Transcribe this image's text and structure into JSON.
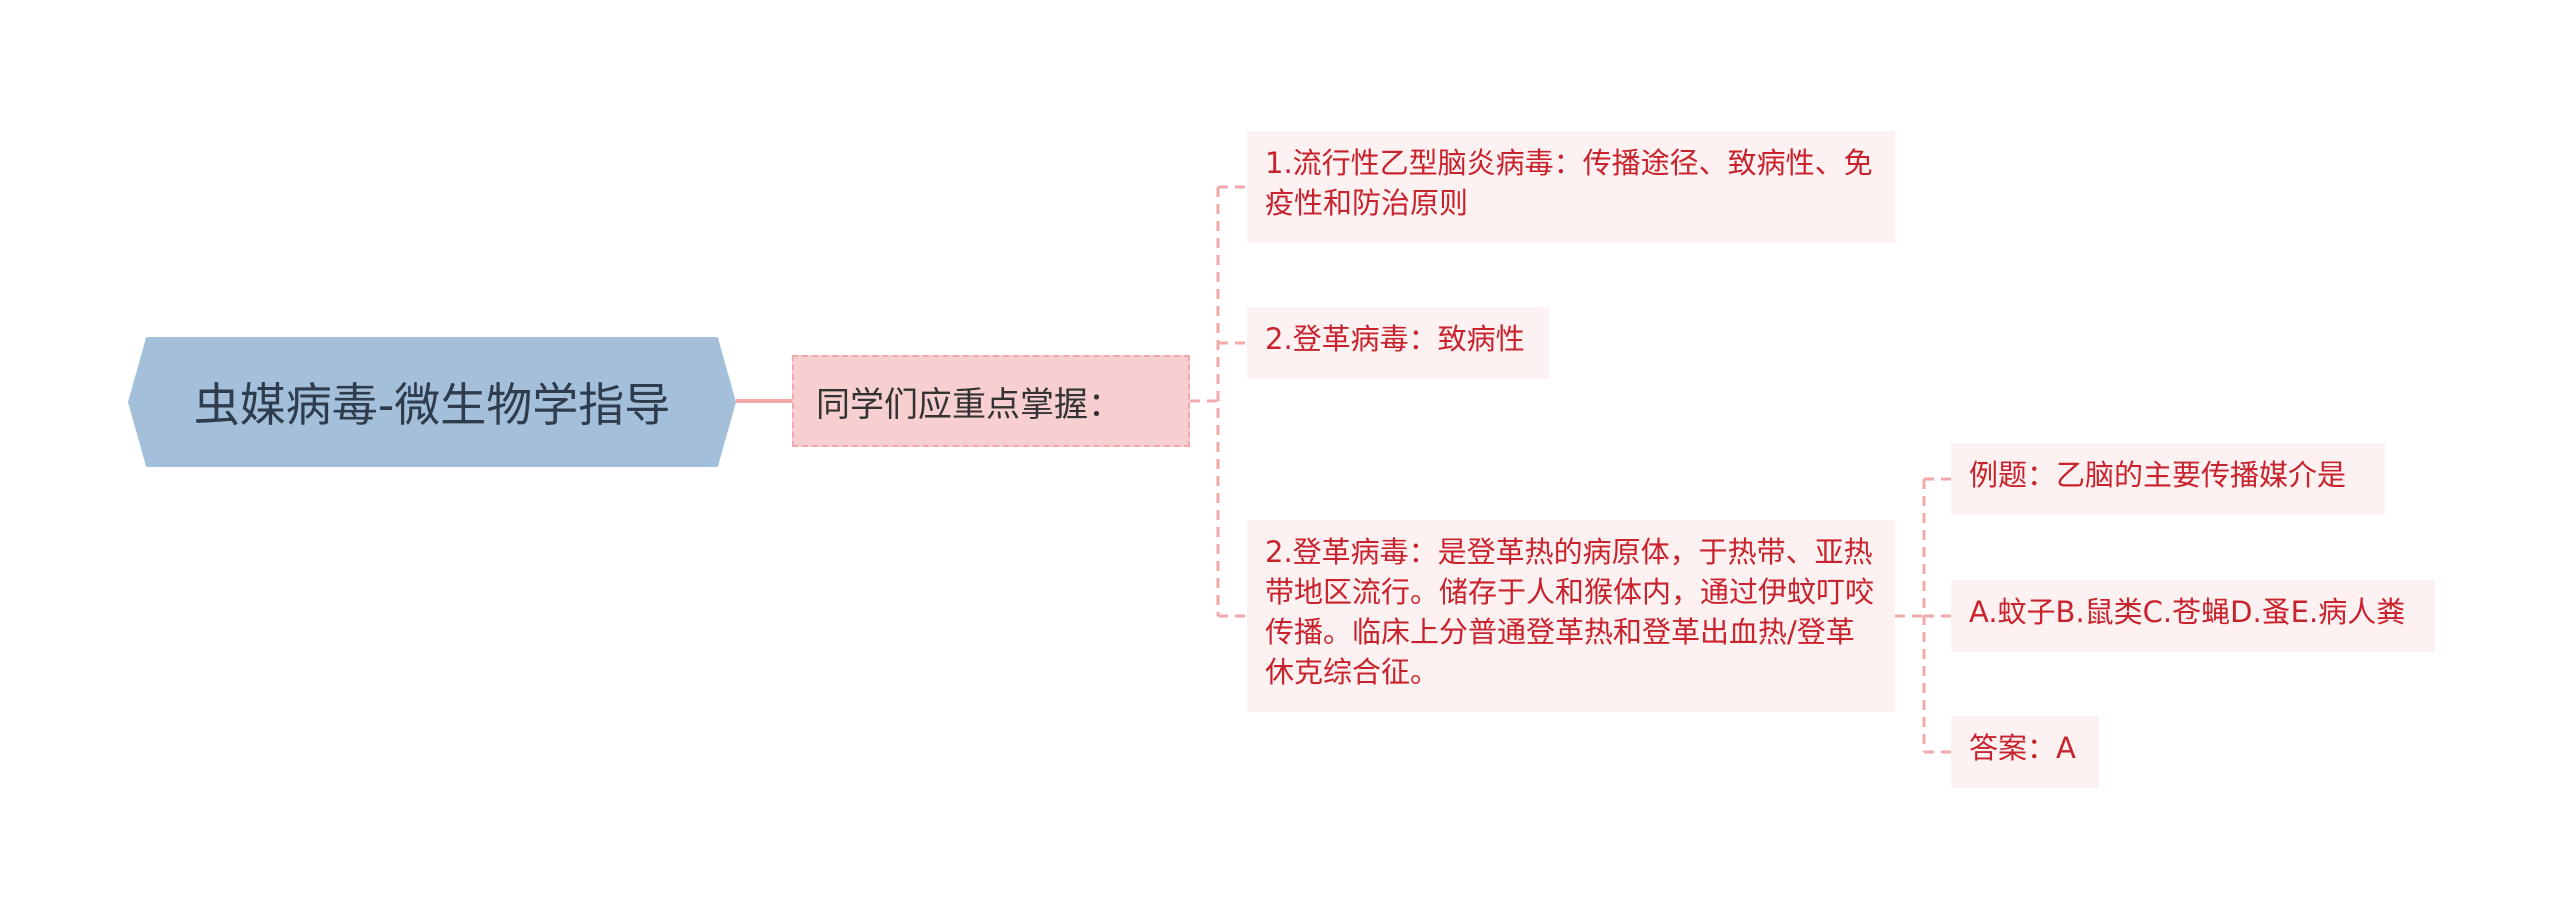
{
  "root": {
    "title": "虫媒病毒-微生物学指导"
  },
  "level1": {
    "label": "同学们应重点掌握："
  },
  "topics": [
    {
      "text": "1.流行性乙型脑炎病毒：传播途径、致病性、免疫性和防治原则"
    },
    {
      "text": "2.登革病毒：致病性"
    },
    {
      "text": "2.登革病毒：是登革热的病原体，于热带、亚热带地区流行。储存于人和猴体内，通过伊蚊叮咬传播。临床上分普通登革热和登革出血热/登革休克综合征。"
    }
  ],
  "subtopics": [
    {
      "text": "例题：乙脑的主要传播媒介是"
    },
    {
      "text": "A.蚊子B.鼠类C.苍蝇D.蚤E.病人粪"
    },
    {
      "text": "答案：A"
    }
  ],
  "colors": {
    "root_fill": "#a3bfd9",
    "level1_fill": "#f7cfd0",
    "leaf_fill": "#fdf1f2",
    "leaf_text": "#c8232c",
    "connector": "#f1a9ab"
  }
}
